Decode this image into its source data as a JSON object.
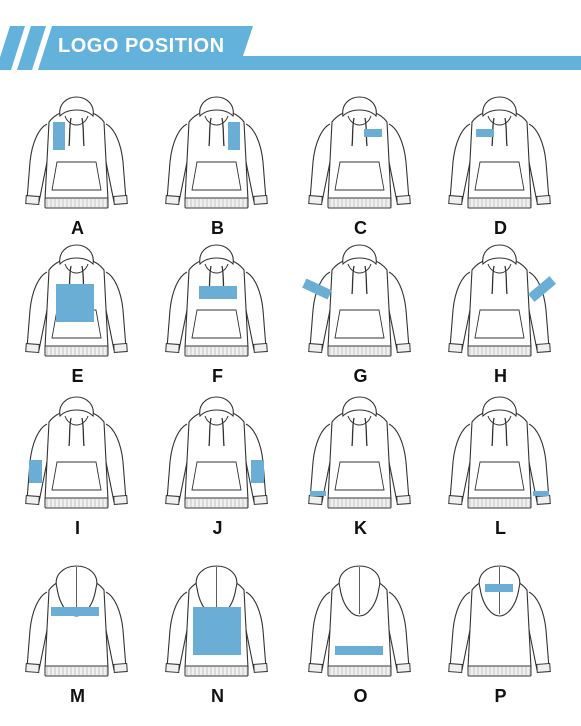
{
  "header": {
    "title": "LOGO POSITION",
    "accent_color": "#62b2dc"
  },
  "logo_color": "#6aaed6",
  "positions": [
    {
      "label": "A",
      "view": "front"
    },
    {
      "label": "B",
      "view": "front"
    },
    {
      "label": "C",
      "view": "front"
    },
    {
      "label": "D",
      "view": "front"
    },
    {
      "label": "E",
      "view": "front"
    },
    {
      "label": "F",
      "view": "front"
    },
    {
      "label": "G",
      "view": "front"
    },
    {
      "label": "H",
      "view": "front"
    },
    {
      "label": "I",
      "view": "front"
    },
    {
      "label": "J",
      "view": "front"
    },
    {
      "label": "K",
      "view": "front"
    },
    {
      "label": "L",
      "view": "front"
    },
    {
      "label": "M",
      "view": "back"
    },
    {
      "label": "N",
      "view": "back"
    },
    {
      "label": "O",
      "view": "back"
    },
    {
      "label": "P",
      "view": "back"
    }
  ]
}
